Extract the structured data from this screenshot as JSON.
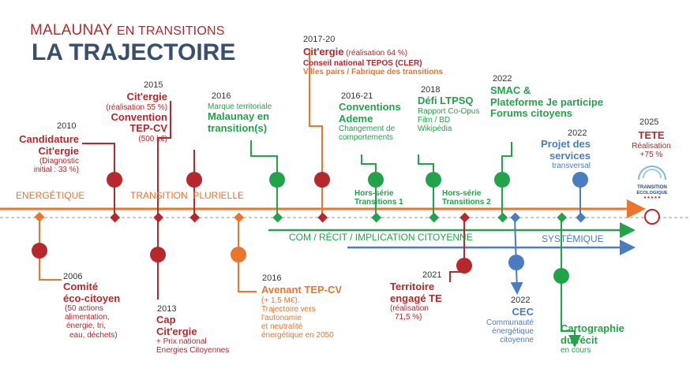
{
  "header": {
    "title_main": "MALAUNAY",
    "title_rest": "EN TRANSITIONS",
    "subtitle": "LA TRAJECTOIRE"
  },
  "axes": {
    "energetique": "ENERGÉTIQUE",
    "plurielle": "TRANSITION  PLURIELLE",
    "com": "COM / RÉCIT / IMPLICATION CITOYENNE",
    "systemique": "SYSTÉMIQUE"
  },
  "events": {
    "e2010": {
      "year": "2010",
      "l1": "Candidature",
      "l2": "Cit'ergie",
      "l3": "(Diagnostic",
      "l4": "initial : 33 %)"
    },
    "e2015": {
      "year": "2015",
      "l1": "Cit'ergie",
      "l2": "(réalisation 55 %)",
      "l3": "Convention",
      "l4": "TEP-CV",
      "l5": "(500 k€)"
    },
    "e2016a": {
      "year": "2016",
      "l1": "Marque territoriale",
      "l2": "Malaunay en",
      "l3": "transition(s)"
    },
    "e2017": {
      "year": "2017-20",
      "l1a": "Cit'ergie",
      "l1b": " (réalisation 64 %)",
      "l2": "Conseil national TEPOS (CLER)",
      "l3": "Villes pairs / Fabrique des transitions"
    },
    "e2016b": {
      "year": "2016-21",
      "l1": "Conventions",
      "l2": "Ademe",
      "l3": "Changement de",
      "l4": "comportements",
      "hs": "Hors-série",
      "hs2": "Transitions 1"
    },
    "e2018": {
      "year": "2018",
      "l1": "Défi LTPSQ",
      "l2": "Rapport Co-Opus",
      "l3": "Film / BD",
      "l4": "Wikipédia",
      "hs": "Hors-série",
      "hs2": "Transitions 2"
    },
    "e2022a": {
      "year": "2022",
      "l1": "SMAC &",
      "l2": "Plateforme Je participe",
      "l3": "Forums citoyens"
    },
    "e2022b": {
      "year": "2022",
      "l1": "Projet des",
      "l2": "services",
      "l3": "transversal"
    },
    "e2025": {
      "year": "2025",
      "l1": "TETE",
      "l2": "Réalisation",
      "l3": "+75 %"
    },
    "e2006": {
      "year": "2006",
      "l1": "Comité",
      "l2": "éco-citoyen",
      "l3": "(50 actions",
      "l4": "alimentation,",
      "l5": "énergie, tri,",
      "l6": "eau, déchets)"
    },
    "e2013": {
      "year": "2013",
      "l1": "Cap",
      "l2": "Cit'ergie",
      "l3": "+ Prix national",
      "l4": "Energies Citoyennes"
    },
    "e2016c": {
      "year": "2016",
      "l1": "Avenant TEP-CV",
      "l2": "(+ 1,5 M€).",
      "l3": "Trajectoire vers",
      "l4": "l'autonomie",
      "l5": "et neutralité",
      "l6": "énergétique en 2050"
    },
    "e2021": {
      "year": "2021",
      "l1": "Territoire",
      "l2": "engagé TE",
      "l3": "(réalisation",
      "l4": "71,5 %)"
    },
    "e2022c": {
      "year": "2022",
      "l1": "CEC",
      "l2": "Communauté",
      "l3": "énergétique",
      "l4": "citoyenne"
    },
    "e2022d": {
      "l1": "Cartographie",
      "l2": "du récit",
      "l3": "en cours"
    }
  },
  "badge": {
    "l1": "TRANSITION",
    "l2": "ÉCOLOGIQUE"
  },
  "colors": {
    "red": "#b5282b",
    "orange": "#e8762c",
    "green": "#22a34a",
    "blue": "#4a7cc0",
    "navy": "#3a4f6e"
  }
}
